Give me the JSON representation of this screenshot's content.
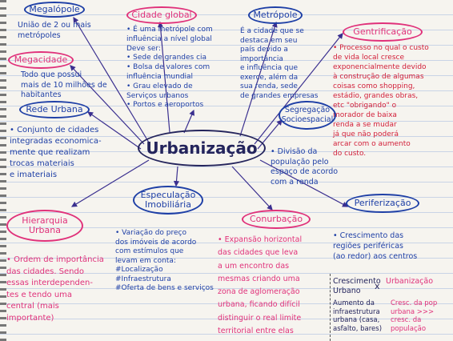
{
  "center": "Urbanização",
  "topics": {
    "megalopole": {
      "title": "Megalópole",
      "text": "União de 2 ou mais\nmetrópoles"
    },
    "cidade_global": {
      "title": "Cidade global",
      "text": "• É uma metrópole com\ninfluência a nível global\nDeve ser:\n• Sede de grandes cia\n• Bolsa de valores com\ninfluência mundial\n• Grau elevado de\nServiços urbanos\n• Portos e aeroportos"
    },
    "metropole": {
      "title": "Metrópole",
      "text": "É a cidade que se\ndestaca em seu\npaís devido a\nimportância\ne influência que\nexerce, além da\nsua renda, sede\nde grandes empresas"
    },
    "gentrificacao": {
      "title": "Gentrificação",
      "text": "• Processo no qual o custo\nde vida local cresce\nexponencialmente devido\nà construção de algumas\ncoisas como shopping,\nestádio, grandes obras,\netc \"obrigando\" o\nmorador de baixa\nrenda a se mudar\njá que não poderá\narcar com o aumento\ndo custo."
    },
    "megacidade": {
      "title": "Megacidade",
      "text": "Todo que possui\nmais de 10 milhões de\nhabitantes"
    },
    "rede_urbana": {
      "title": "Rede Urbana",
      "text": "• Conjunto de cidades\nintegradas economica-\nmente que realizam\ntrocas materiais\ne imateriais"
    },
    "segregacao": {
      "title": "Segregação\nSocioespacial",
      "text": "• Divisão da\npopulação pelo\nespaço de acordo\ncom a renda"
    },
    "especulacao": {
      "title": "Especulação\nImobiliária",
      "text": "• Variação do preço\ndos imóveis de acordo\ncom estímulos que\nlevam em conta:\n#Localização\n#Infraestrutura\n#Oferta de bens e serviços"
    },
    "hierarquia": {
      "title": "Hierarquia\nUrbana",
      "text": "• Ordem de importância\ndas cidades. Sendo\nessas interdependen-\ntes e tendo uma\ncentral (mais\nimportante)"
    },
    "conurbacao": {
      "title": "Conurbação",
      "text": "• Expansão horizontal\ndas cidades que leva\na um encontro das\nmesmas criando uma\nzona de aglomeração\nurbana, ficando difícil\ndistinguir o real limite\nterritorial entre elas"
    },
    "periferizacao": {
      "title": "Periferização",
      "text": "• Crescimento das\nregiões periféricas\n(ao redor) aos centros"
    }
  },
  "comparison": {
    "left_title": "Crescimento\nUrbano",
    "vs": "x",
    "right_title": "Urbanização",
    "left_text": "Aumento da\ninfraestrutura\nurbana (casa,\nasfalto, bares)",
    "right_text": "Cresc. da pop\nurbana >>>\ncresc. da\npopulação"
  }
}
